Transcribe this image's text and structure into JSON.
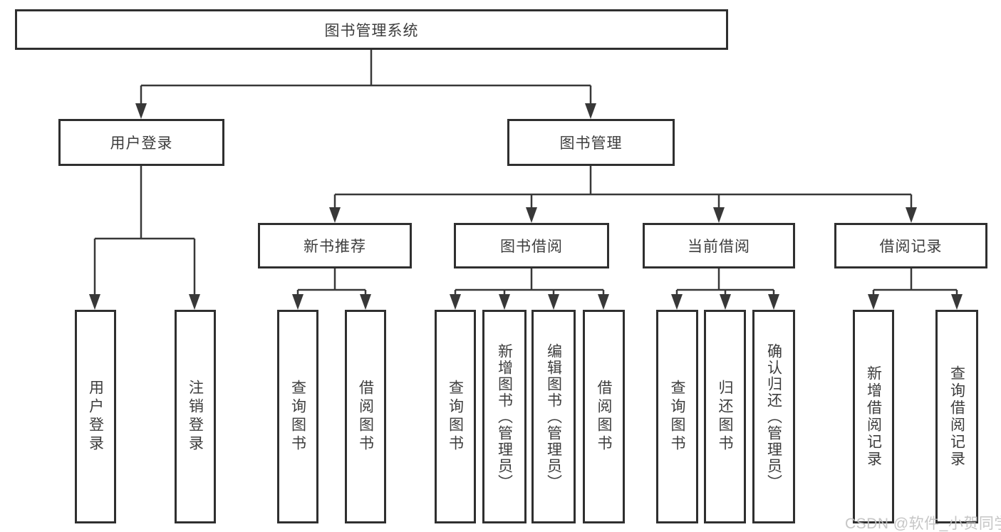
{
  "diagram": {
    "type": "hierarchy-tree",
    "colors": {
      "line": "#383838",
      "box_border": "#2f2f2f",
      "box_fill": "#ffffff",
      "text": "#3d3d3d",
      "watermark_text": "#c1c1c1",
      "background": "#ffffff"
    },
    "watermark": {
      "label": "CSDN @软件_小贺同学"
    },
    "nodes": {
      "root": {
        "label": "图书管理系统",
        "parent": null
      },
      "user_login": {
        "label": "用户登录",
        "parent": "root"
      },
      "book_management": {
        "label": "图书管理",
        "parent": "root"
      },
      "login": {
        "label": "用户登录",
        "parent": "user_login"
      },
      "logout": {
        "label": "注销登录",
        "parent": "user_login"
      },
      "new_book_recommend": {
        "label": "新书推荐",
        "parent": "book_management"
      },
      "book_borrow": {
        "label": "图书借阅",
        "parent": "book_management"
      },
      "current_borrow": {
        "label": "当前借阅",
        "parent": "book_management"
      },
      "borrow_record": {
        "label": "借阅记录",
        "parent": "book_management"
      },
      "recommend_query_book": {
        "label": "查询图书",
        "parent": "new_book_recommend"
      },
      "recommend_borrow_book": {
        "label": "借阅图书",
        "parent": "new_book_recommend"
      },
      "borrow_query_book": {
        "label": "查询图书",
        "parent": "book_borrow"
      },
      "borrow_add_book": {
        "label": "新增图书（管理员）",
        "parent": "book_borrow"
      },
      "borrow_edit_book": {
        "label": "编辑图书（管理员）",
        "parent": "book_borrow"
      },
      "borrow_borrow_book": {
        "label": "借阅图书",
        "parent": "book_borrow"
      },
      "current_query_book": {
        "label": "查询图书",
        "parent": "current_borrow"
      },
      "current_return_book": {
        "label": "归还图书",
        "parent": "current_borrow"
      },
      "current_confirm_return": {
        "label": "确认归还（管理员）",
        "parent": "current_borrow"
      },
      "record_add": {
        "label": "新增借阅记录",
        "parent": "borrow_record"
      },
      "record_query": {
        "label": "查询借阅记录",
        "parent": "borrow_record"
      }
    }
  }
}
